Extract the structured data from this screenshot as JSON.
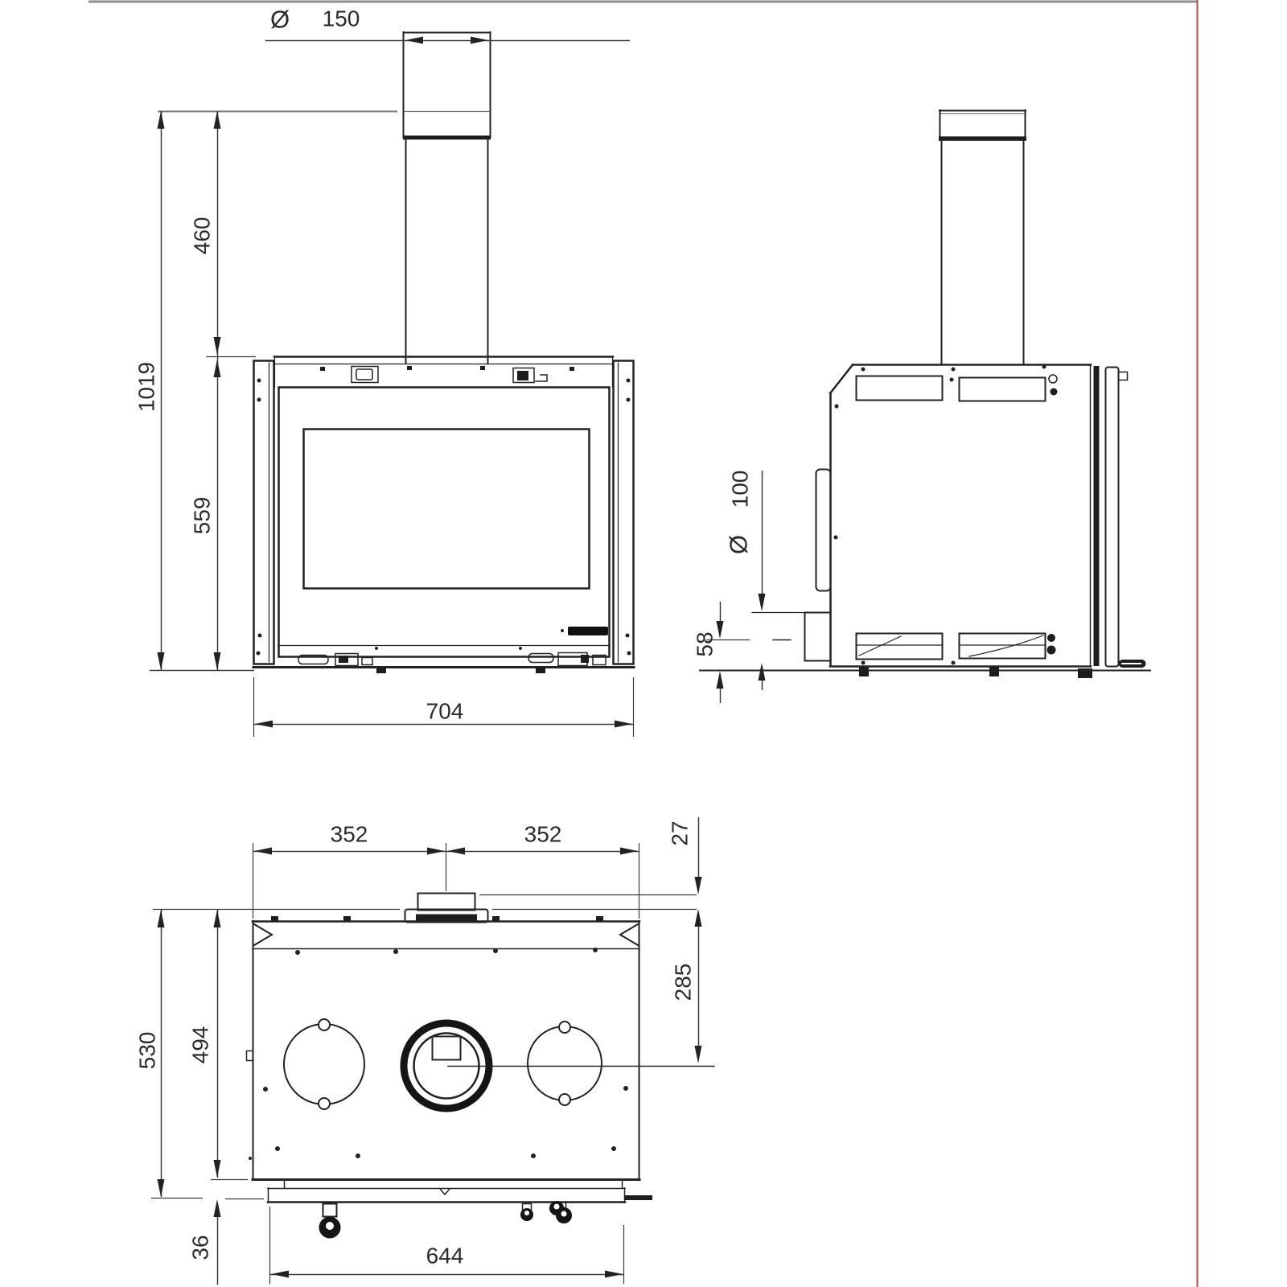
{
  "dims": {
    "front": {
      "diameter_symbol": "Ø",
      "flue_diameter": "150",
      "chimney_height": "460",
      "overall_height": "1019",
      "firebox_height": "559",
      "overall_width": "704"
    },
    "side": {
      "diameter_symbol": "Ø",
      "air_inlet_diameter": "100",
      "air_inlet_height": "58"
    },
    "top": {
      "left_half_width": "352",
      "right_half_width": "352",
      "flue_offset": "27",
      "flue_center_depth": "285",
      "overall_depth": "530",
      "body_depth": "494",
      "front_section_depth": "36",
      "base_width": "644"
    }
  },
  "colors": {
    "line": "#222222",
    "dim_line": "#3a3a3a",
    "extension_gray": "#777777",
    "accent_red": "#b94a4a",
    "border_gray": "#8f8f8f"
  }
}
